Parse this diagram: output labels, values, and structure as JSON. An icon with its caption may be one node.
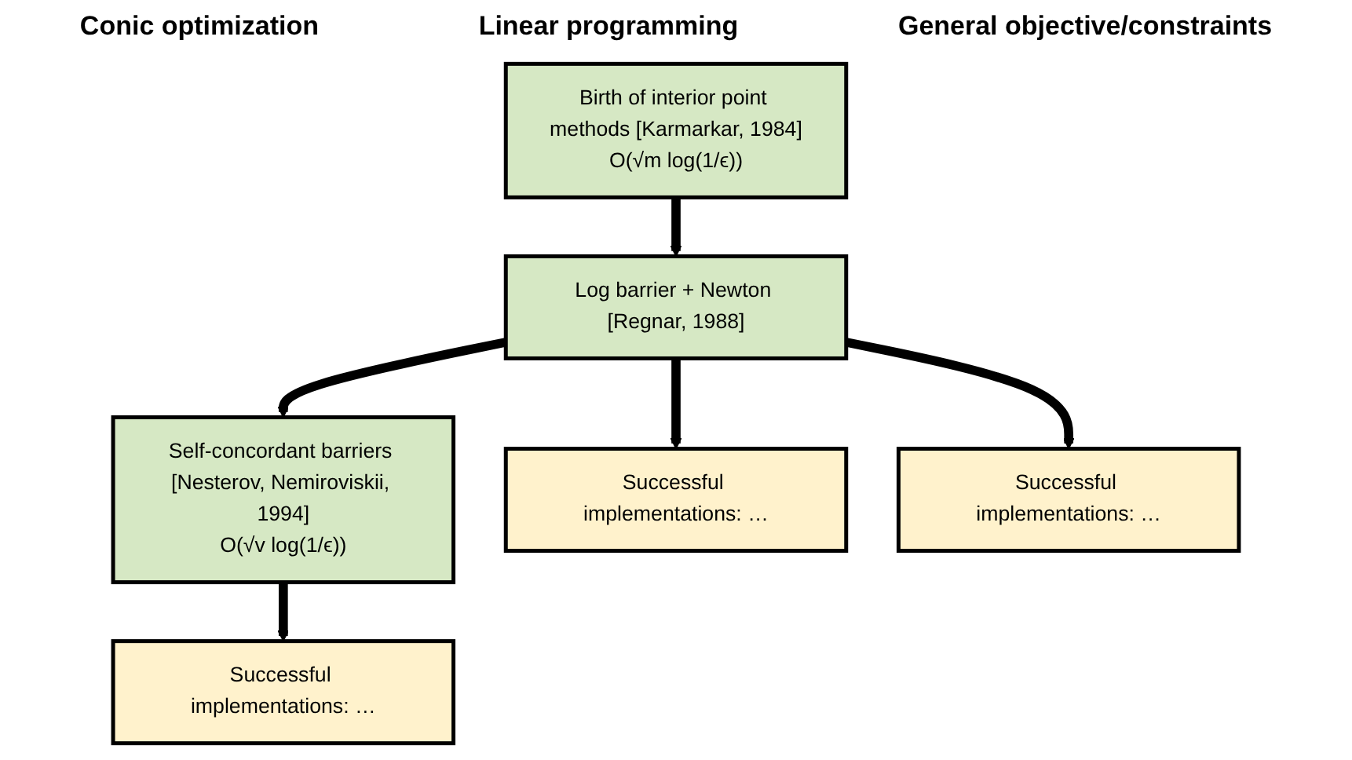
{
  "diagram": {
    "nodes": [
      {
        "text": [
          "Birth of interior point methods [Karmarkar, 1984]",
          "O(√m log(1/ϵ))"
        ]
      },
      {
        "text": [
          "Log barrier + Newton [Regnar, 1988]"
        ]
      },
      {
        "text": [
          "Self-concordant barriers [Nesterov, Nemiroviskii, 1994]",
          "O(√v log(1/ϵ))"
        ]
      },
      {
        "text": [
          "Successful implementations: …"
        ]
      },
      {
        "text": [
          "Successful implementations: …"
        ]
      },
      {
        "text": [
          "Successful implementations: …"
        ]
      }
    ],
    "edges": [
      {
        "from": 0,
        "to": 1,
        "arrow": "to"
      },
      {
        "from": 1,
        "to": 2,
        "arrow": "to"
      },
      {
        "from": 1,
        "to": 4,
        "arrow": "to"
      },
      {
        "from": 1,
        "to": 3,
        "arrow": "to"
      },
      {
        "from": 2,
        "to": 5,
        "arrow": "to"
      }
    ],
    "labels": [
      "Conic optimization",
      "Linear programming",
      "General objective/constraints"
    ]
  }
}
